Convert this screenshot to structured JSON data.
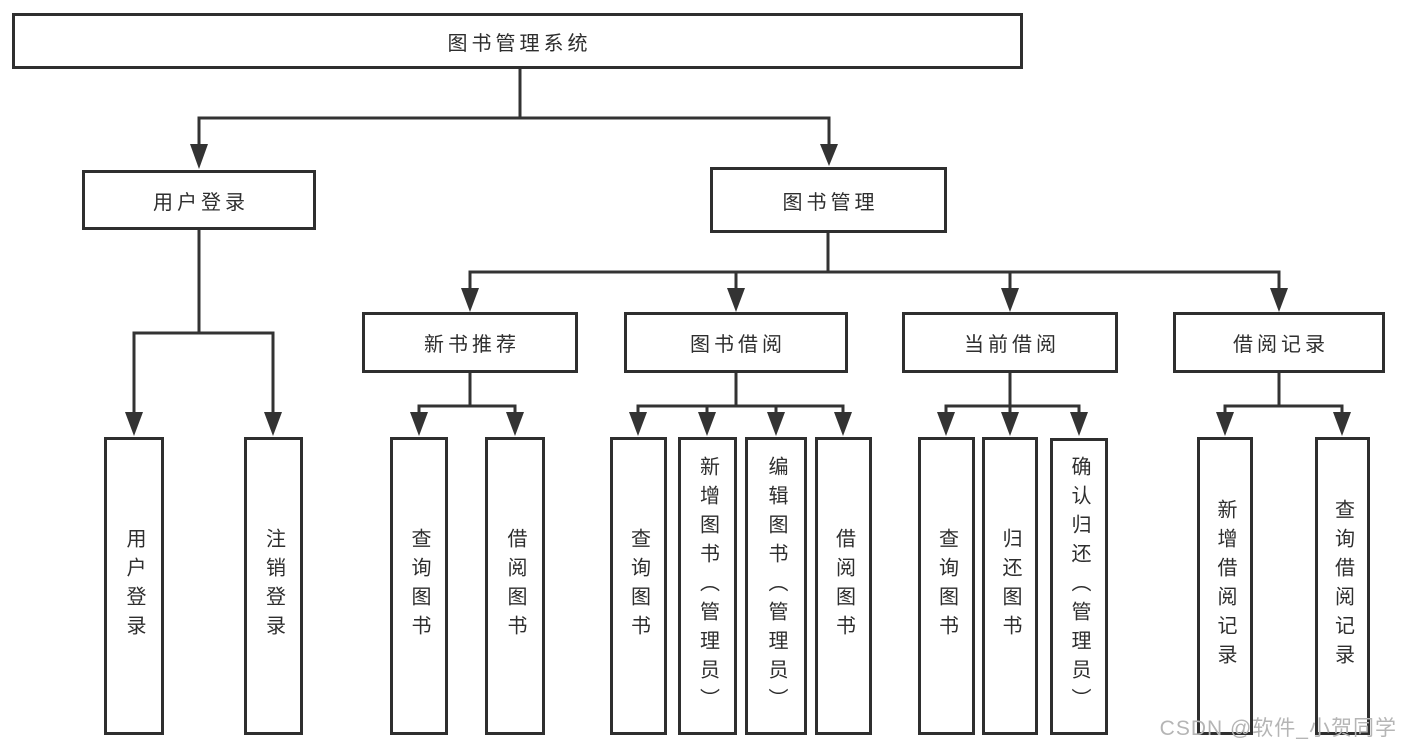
{
  "tree": {
    "label": "图书管理系统",
    "children": [
      {
        "label": "用户登录",
        "children": [
          {
            "label": "用户登录"
          },
          {
            "label": "注销登录"
          }
        ]
      },
      {
        "label": "图书管理",
        "children": [
          {
            "label": "新书推荐",
            "children": [
              {
                "label": "查询图书"
              },
              {
                "label": "借阅图书"
              }
            ]
          },
          {
            "label": "图书借阅",
            "children": [
              {
                "label": "查询图书"
              },
              {
                "label": "新增图书（管理员）"
              },
              {
                "label": "编辑图书（管理员）"
              },
              {
                "label": "借阅图书"
              }
            ]
          },
          {
            "label": "当前借阅",
            "children": [
              {
                "label": "查询图书"
              },
              {
                "label": "归还图书"
              },
              {
                "label": "确认归还（管理员）"
              }
            ]
          },
          {
            "label": "借阅记录",
            "children": [
              {
                "label": "新增借阅记录"
              },
              {
                "label": "查询借阅记录"
              }
            ]
          }
        ]
      }
    ]
  },
  "watermark": {
    "text": "CSDN @软件_小贺同学"
  },
  "colors": {
    "line": "#333333",
    "border": "#2f2f2f",
    "text": "#2e2e2e",
    "watermark": "#b5b5b5",
    "background": "#ffffff"
  }
}
